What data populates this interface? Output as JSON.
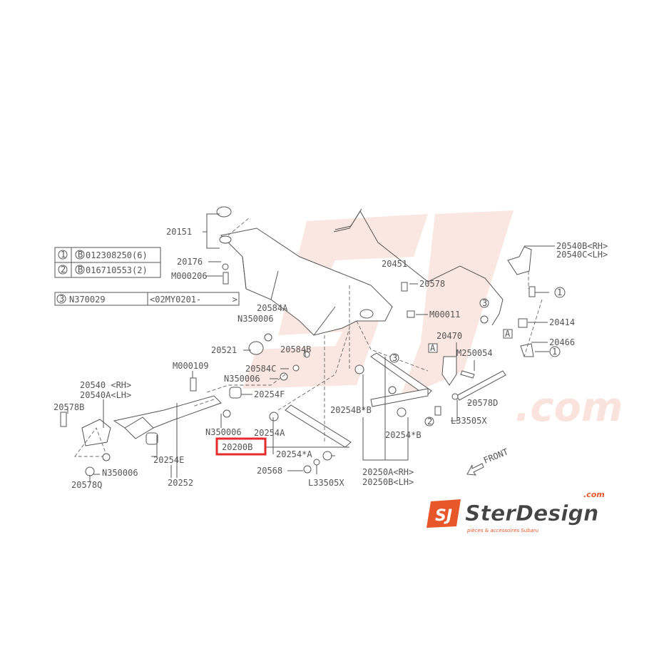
{
  "diagram": {
    "title": "Rear suspension parts diagram",
    "highlight_color": "#e32b2b",
    "highlighted_part": "20200B",
    "legend": {
      "row1": {
        "num": "1",
        "code": "B",
        "part": "012308250(6)"
      },
      "row2": {
        "num": "2",
        "code": "B",
        "part": "016710553(2)"
      },
      "row3": {
        "num": "3",
        "part": "N370029",
        "range": "<02MY0201-      >"
      }
    },
    "labels": [
      "20151",
      "20176",
      "M000206",
      "20451",
      "20578",
      "20540B<RH>",
      "20540C<LH>",
      "M00011",
      "20584A",
      "N350006",
      "20414",
      "20470",
      "20466",
      "M250054",
      "20521",
      "20584B",
      "20584C",
      "N350006",
      "M000109",
      "20540 <RH>",
      "20540A<LH>",
      "20578B",
      "20254F",
      "20254B*B",
      "20578D",
      "L33505X",
      "N350006",
      "20254A",
      "20254*B",
      "20200B",
      "20254*A",
      "20254E",
      "20568",
      "20250A<RH>",
      "20250B<LH>",
      "N350006",
      "20252",
      "L33505X",
      "20578Q"
    ],
    "callouts": {
      "c1": "1",
      "c2": "2",
      "c3": "3",
      "ref_a": "A"
    },
    "front_label": "FRONT"
  },
  "logo": {
    "brand": "SterDesign",
    "tld": ".com",
    "tagline": "pièces & accessoires Subaru",
    "brand_color": "#e8572a"
  },
  "watermark": {
    "text": ".com"
  }
}
